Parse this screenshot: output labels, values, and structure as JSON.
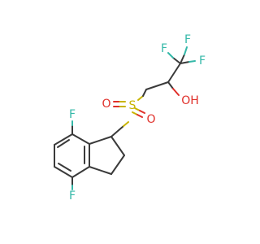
{
  "molecule": {
    "atoms": {
      "f_top": "F",
      "f_bottom": "F",
      "f1": "F",
      "f2": "F",
      "f3": "F",
      "s": "S",
      "o1": "O",
      "o2": "O",
      "oh": "OH"
    },
    "colors": {
      "carbon_bond": "#3a3a3a",
      "fluorine": "#34b8a8",
      "sulfur": "#c8b400",
      "oxygen": "#e0302a"
    }
  }
}
